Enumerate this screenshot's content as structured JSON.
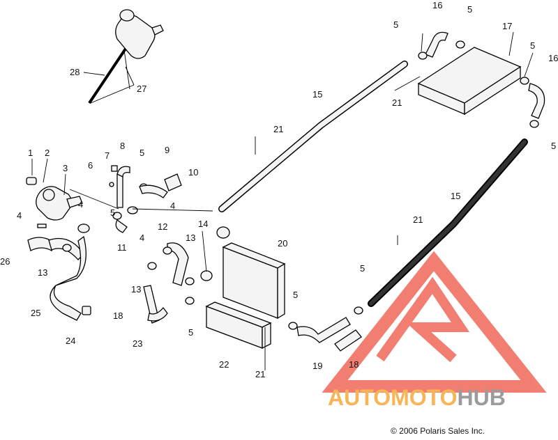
{
  "labels": {
    "l1": "1",
    "l2": "2",
    "l3": "3",
    "l4a": "4",
    "l4b": "4",
    "l4c": "4",
    "l5a": "5",
    "l5b": "5",
    "l5c": "5",
    "l5d": "5",
    "l5e": "5",
    "l5f": "5",
    "l5g": "5",
    "l5h": "5",
    "l5i": "5",
    "l6": "6",
    "l7": "7",
    "l8": "8",
    "l9": "9",
    "l10": "10",
    "l11": "11",
    "l12": "12",
    "l13a": "13",
    "l13b": "13",
    "l13c": "13",
    "l14": "14",
    "l15a": "15",
    "l15b": "15",
    "l16a": "16",
    "l16b": "16",
    "l17": "17",
    "l18a": "18",
    "l18b": "18",
    "l19": "19",
    "l20": "20",
    "l21a": "21",
    "l21b": "21",
    "l21c": "21",
    "l21d": "21",
    "l22": "22",
    "l23": "23",
    "l24": "24",
    "l25": "25",
    "l26": "26",
    "l27": "27",
    "l28": "28"
  },
  "watermark": {
    "part1": "AUTOMOTO",
    "part2": "HUB"
  },
  "copyright": "© 2006 Polaris Sales Inc.",
  "colors": {
    "watermark_red": "#f0685a",
    "watermark_orange": "#f7a93a",
    "watermark_gray": "#8a8a8a"
  }
}
